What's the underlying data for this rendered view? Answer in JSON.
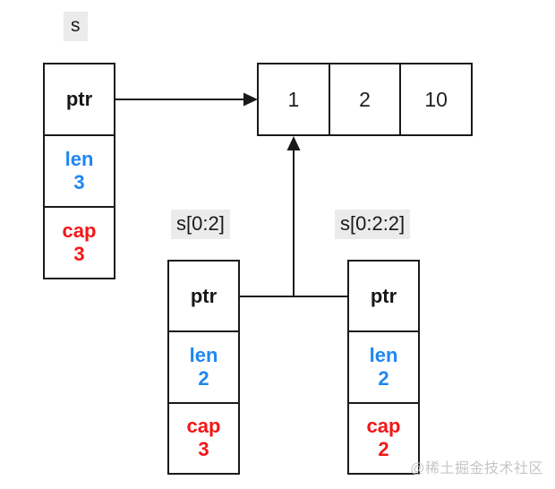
{
  "diagram": {
    "variable_label": "s",
    "slice1_label": "s[0:2]",
    "slice2_label": "s[0:2:2]",
    "array": {
      "cells": [
        "1",
        "2",
        "10"
      ]
    },
    "structs": [
      {
        "id": "s",
        "ptr_label": "ptr",
        "len_label": "len",
        "len_value": "3",
        "cap_label": "cap",
        "cap_value": "3"
      },
      {
        "id": "s[0:2]",
        "ptr_label": "ptr",
        "len_label": "len",
        "len_value": "2",
        "cap_label": "cap",
        "cap_value": "3"
      },
      {
        "id": "s[0:2:2]",
        "ptr_label": "ptr",
        "len_label": "len",
        "len_value": "2",
        "cap_label": "cap",
        "cap_value": "2"
      }
    ],
    "colors": {
      "len_text": "#1e87f0",
      "cap_text": "#f51616",
      "line": "#1a1a1a",
      "label_bg": "#ebebeb",
      "watermark": "#c6c6c6"
    },
    "watermark": "@稀土掘金技术社区"
  }
}
